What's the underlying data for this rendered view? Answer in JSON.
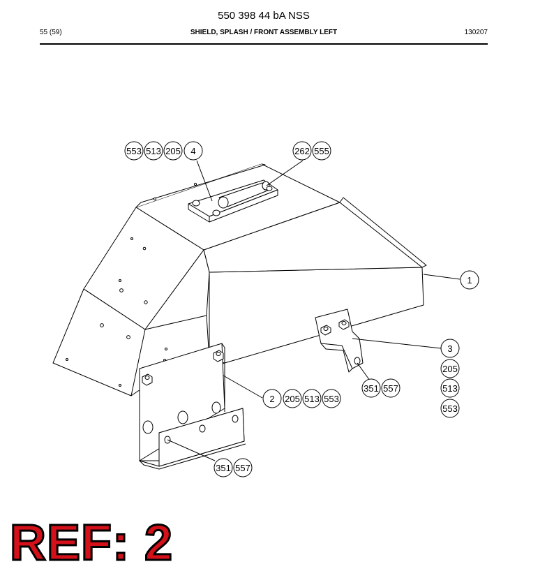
{
  "header": {
    "doc_number": "550 398 44 bA NSS",
    "page": "55 (59)",
    "section_title": "SHIELD, SPLASH / FRONT ASSEMBLY LEFT",
    "date_code": "130207"
  },
  "callouts": {
    "top_left": [
      "553",
      "513",
      "205",
      "4"
    ],
    "top_right": [
      "262",
      "555"
    ],
    "part_1": "1",
    "part_3_stack": [
      "3",
      "205",
      "513",
      "553"
    ],
    "bracket_3_hw": [
      "351",
      "557"
    ],
    "part_2_row": [
      "2",
      "205",
      "513",
      "553"
    ],
    "bracket_2_hw": [
      "351",
      "557"
    ]
  },
  "ref_label": "REF: 2",
  "colors": {
    "ref_fill": "#d4101a",
    "ref_outline": "#000000",
    "line": "#000000"
  }
}
